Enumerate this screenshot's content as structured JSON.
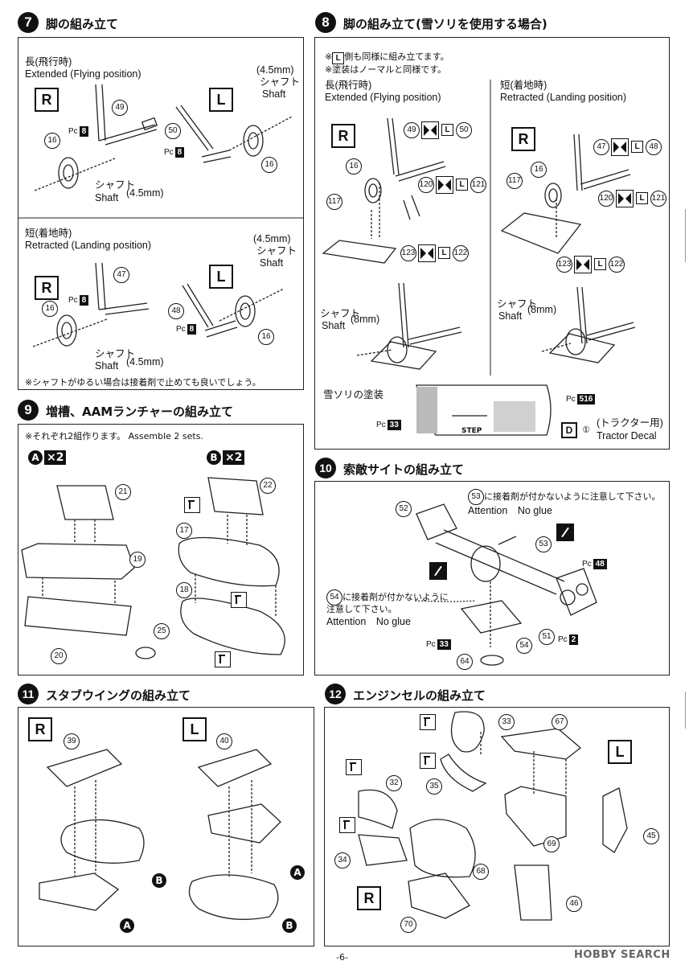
{
  "steps": {
    "s7": {
      "no": "7",
      "title": "脚の組み立て",
      "ext_jp": "長(飛行時)",
      "ext_en": "Extended (Flying position)",
      "ret_jp": "短(着地時)",
      "ret_en": "Retracted (Landing position)",
      "shaft_size": "(4.5mm)",
      "shaft_jp": "シャフト",
      "shaft_en": "Shaft",
      "note": "※シャフトがゆるい場合は接着剤で止めても良いでしょう。"
    },
    "s8": {
      "no": "8",
      "title": "脚の組み立て(雪ソリを使用する場合)",
      "note1a": "※",
      "note1b": "側も同様に組み立てます。",
      "note2": "※塗装はノーマルと同様です。",
      "ext_jp": "長(飛行時)",
      "ext_en": "Extended (Flying position)",
      "ret_jp": "短(着地時)",
      "ret_en": "Retracted (Landing position)",
      "shaft_jp": "シャフト",
      "shaft_en": "Shaft",
      "shaft_size": "(8mm)",
      "sled_paint": "雪ソリの塗装",
      "step_label": "STEP",
      "tractor_jp": "(トラクター用)",
      "tractor_en": "Tractor Decal",
      "decal_no": "①"
    },
    "s9": {
      "no": "9",
      "title": "増槽、AAMランチャーの組み立て",
      "note": "※それぞれ2組作ります。 Assemble 2 sets."
    },
    "s10": {
      "no": "10",
      "title": "索敵サイトの組み立て",
      "note53": "に接着剤が付かないように注意して下さい。",
      "note54a": "に接着剤が付かないように",
      "note54b": "注意して下さい。",
      "attention": "Attention　No glue"
    },
    "s11": {
      "no": "11",
      "title": "スタブウイングの組み立て"
    },
    "s12": {
      "no": "12",
      "title": "エンジンセルの組み立て"
    }
  },
  "labels": {
    "R": "R",
    "L": "L",
    "A": "A",
    "B": "B",
    "x2": "×2",
    "pc": "Pc",
    "D": "D"
  },
  "parts": {
    "p49": "49",
    "p50": "50",
    "p16": "16",
    "p47": "47",
    "p48": "48",
    "p117": "117",
    "p120": "120",
    "p121": "121",
    "p122": "122",
    "p123": "123",
    "p21": "21",
    "p19": "19",
    "p20": "20",
    "p25": "25",
    "p22": "22",
    "p17": "17",
    "p18": "18",
    "p52": "52",
    "p53": "53",
    "p54": "54",
    "p51": "51",
    "p64": "64",
    "p39": "39",
    "p40": "40",
    "p33": "33",
    "p67": "67",
    "p35": "35",
    "p32": "32",
    "p34": "34",
    "p69": "69",
    "p68": "68",
    "p45": "45",
    "p46": "46",
    "p70": "70"
  },
  "pc_codes": {
    "c8": "8",
    "c33": "33",
    "c516": "516",
    "c48": "48",
    "c2": "2"
  },
  "footer": {
    "page": "-6-",
    "watermark": "HOBBY SEARCH"
  }
}
